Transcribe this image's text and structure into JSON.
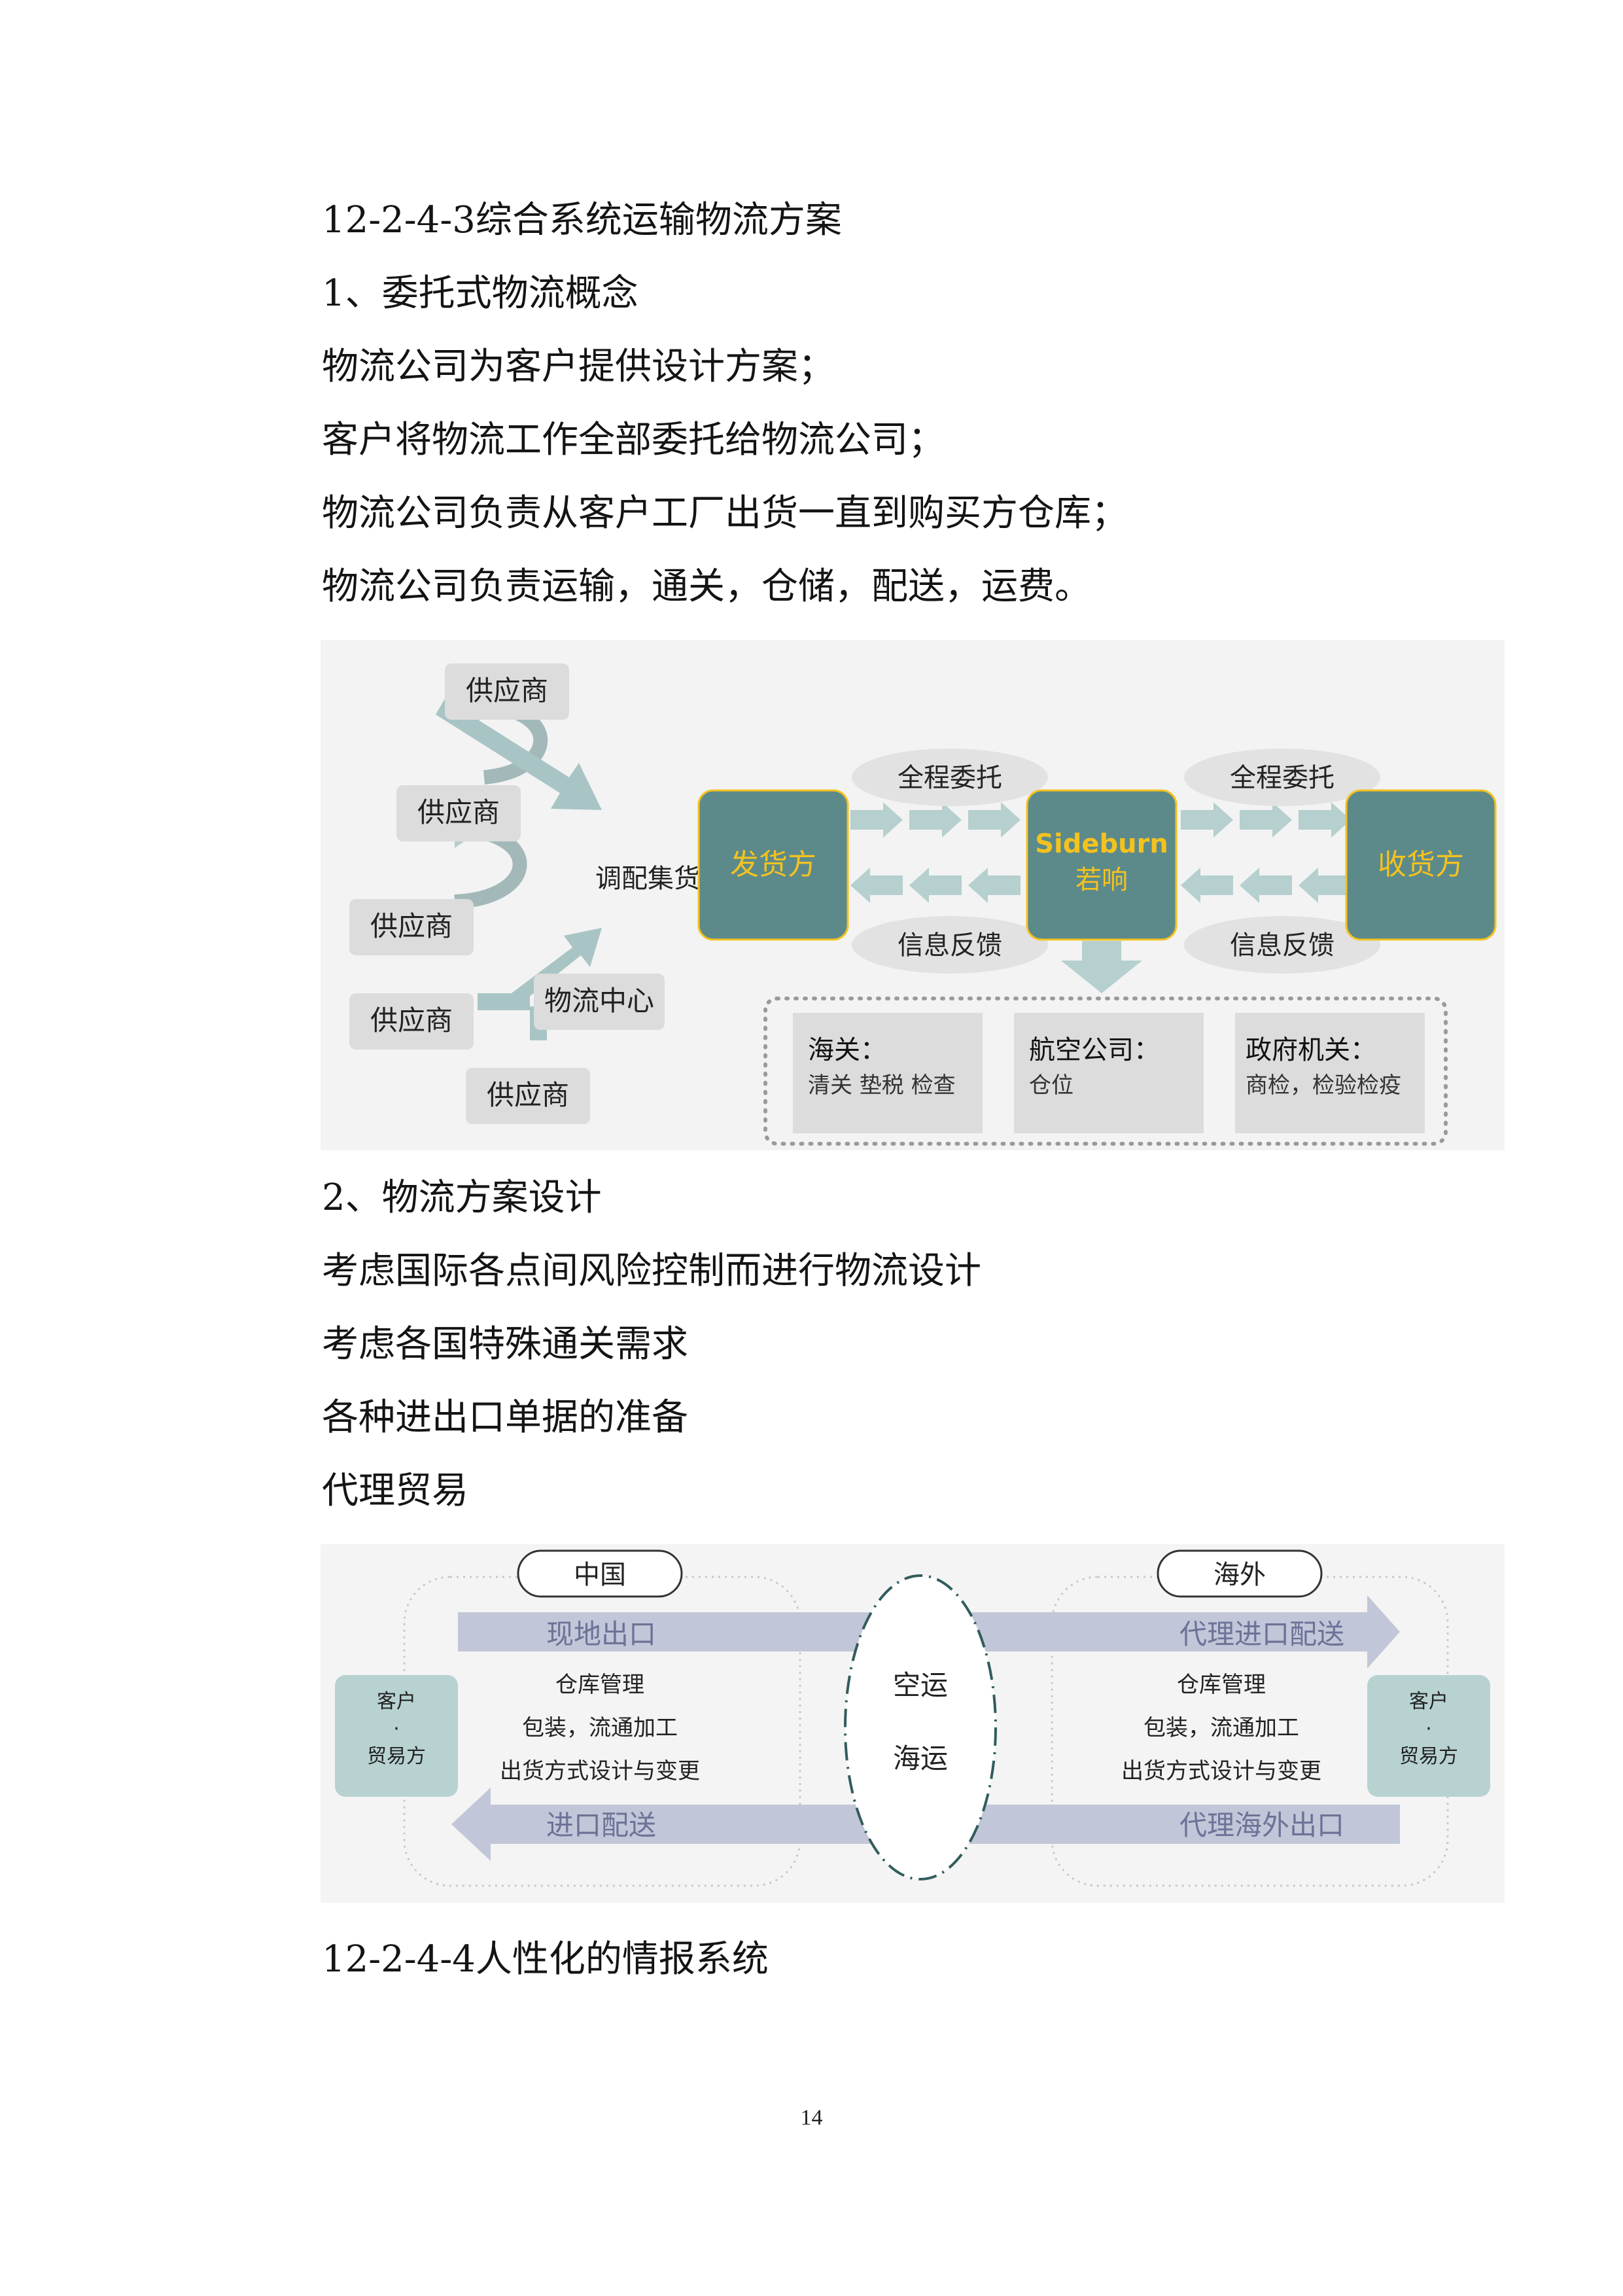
{
  "doc": {
    "heading_main": "12-2-4-3综合系统运输物流方案",
    "section1_title": "1、委托式物流概念",
    "section1_lines": [
      "物流公司为客户提供设计方案；",
      "客户将物流工作全部委托给物流公司；",
      "物流公司负责从客户工厂出货一直到购买方仓库；",
      "物流公司负责运输，通关，仓储，配送，运费。"
    ],
    "section2_title": "2、物流方案设计",
    "section2_lines": [
      "考虑国际各点间风险控制而进行物流设计",
      "考虑各国特殊通关需求",
      "各种进出口单据的准备",
      "代理贸易"
    ],
    "heading_next": "12-2-4-4人性化的情报系统",
    "page_number": "14"
  },
  "figure1": {
    "suppliers": [
      "供应商",
      "供应商",
      "供应商",
      "供应商",
      "供应商"
    ],
    "consolidate_label": "调配集货",
    "center_label": "物流中心",
    "shipper": "发货方",
    "company_en": "Sideburn",
    "company_cn": "若响",
    "consignee": "收货方",
    "entrust_left": "全程委托",
    "entrust_right": "全程委托",
    "feedback_left": "信息反馈",
    "feedback_right": "信息反馈",
    "agencies": [
      {
        "title": "海关：",
        "detail": "清关 垫税  检查"
      },
      {
        "title": "航空公司：",
        "detail": "仓位"
      },
      {
        "title": "政府机关：",
        "detail": "商检，检验检疫"
      }
    ],
    "colors": {
      "node": "#5c8a8a",
      "accent": "#f4c21f",
      "arrow": "#a9c4c4",
      "box": "#dcdcdc"
    }
  },
  "figure2": {
    "china": "中国",
    "overseas": "海外",
    "client_left": [
      "客户",
      "·",
      "贸易方"
    ],
    "client_right": [
      "客户",
      "·",
      "贸易方"
    ],
    "export_local": "现地出口",
    "import_agent": "代理进口配送",
    "import_delivery": "进口配送",
    "export_agent": "代理海外出口",
    "services_left": [
      "仓库管理",
      "包装，流通加工",
      "出货方式设计与变更"
    ],
    "services_right": [
      "仓库管理",
      "包装，流通加工",
      "出货方式设计与变更"
    ],
    "transport": [
      "空运",
      "海运"
    ],
    "colors": {
      "band": "#c1c6d9",
      "band_text": "#6c7396",
      "client": "#b8d2d2"
    }
  }
}
